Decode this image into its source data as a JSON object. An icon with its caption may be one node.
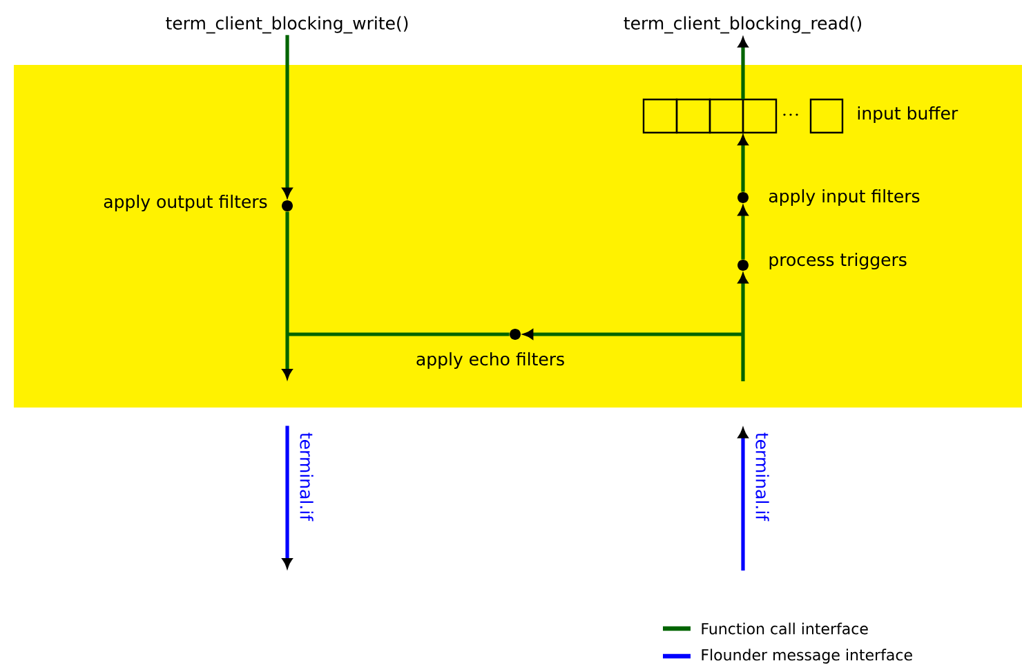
{
  "diagram": {
    "nodes": [
      {
        "text": [
          "term_client_blocking_write()"
        ]
      },
      {
        "text": [
          "term_client_blocking_read()"
        ]
      },
      {
        "text": [],
        "shape": "box"
      },
      {
        "text": [],
        "shape": "circle",
        "beside": [
          "apply output filters"
        ],
        "in": 2
      },
      {
        "text": [],
        "shape": "box",
        "beside": [
          "input buffer"
        ],
        "in": 2
      },
      {
        "text": [],
        "shape": "circle",
        "beside": [
          "apply input filters"
        ],
        "in": 2
      },
      {
        "text": [],
        "shape": "circle",
        "beside": [
          "process triggers"
        ],
        "in": 2
      },
      {
        "text": [],
        "shape": "circle",
        "beside": [
          "apply echo filters"
        ],
        "in": 2
      }
    ],
    "edges": [
      {
        "from": 0,
        "to": 3,
        "arrow": "to"
      },
      {
        "from": 3,
        "to": null,
        "arrow": "to"
      },
      {
        "from": 2,
        "to": null,
        "arrow": "to",
        "color": "#0000ff",
        "label": "terminal.if"
      },
      {
        "from": null,
        "to": 2,
        "arrow": "to",
        "color": "#0000ff",
        "label": "terminal.if"
      },
      {
        "from": null,
        "to": 6,
        "arrow": "to"
      },
      {
        "from": 6,
        "to": 5,
        "arrow": "to"
      },
      {
        "from": 5,
        "to": 4,
        "arrow": "to"
      },
      {
        "from": 4,
        "to": 1,
        "arrow": "to"
      },
      {
        "from": null,
        "to": 7,
        "arrow": "to"
      },
      {
        "from": 7,
        "to": null,
        "arrow": "none"
      }
    ],
    "legend": [
      {
        "text": "Function call interface",
        "color": "#006400"
      },
      {
        "text": "Flounder message interface",
        "color": "#0000ff"
      }
    ]
  }
}
